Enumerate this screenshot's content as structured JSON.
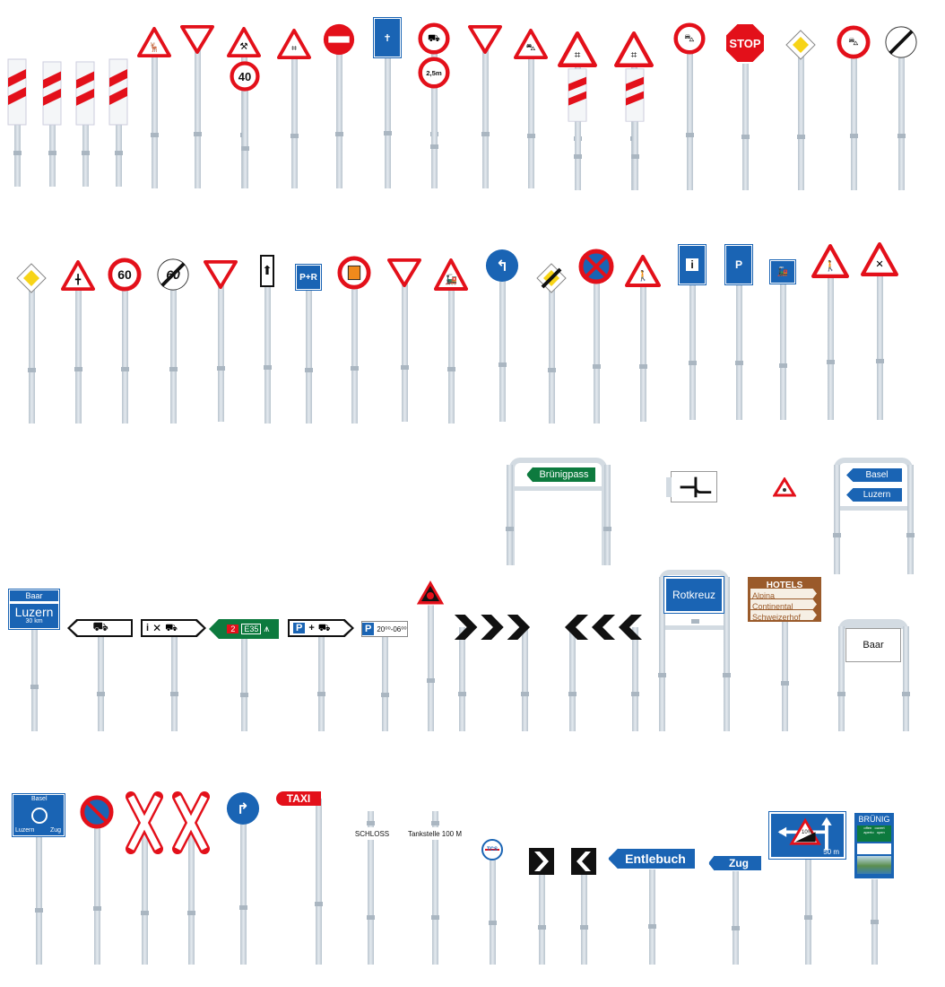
{
  "colors": {
    "red": "#e3101a",
    "blue": "#1a64b4",
    "green": "#0d7a3e",
    "yellow": "#f7d417",
    "brown": "#9a5a2a",
    "pole": "#d3dbe2"
  },
  "signs": [
    {
      "type": "marker",
      "name": "level-crossing-marker"
    },
    {
      "type": "marker",
      "name": "level-crossing-marker"
    },
    {
      "type": "marker",
      "name": "level-crossing-marker"
    },
    {
      "type": "marker",
      "name": "level-crossing-marker"
    },
    {
      "type": "tri",
      "name": "deer-crossing-sign",
      "symbol": "deer-icon"
    },
    {
      "type": "yield",
      "name": "yield-sign"
    },
    {
      "type": "tri",
      "name": "roadworks-sign",
      "symbol": "worker-icon"
    },
    {
      "type": "circ",
      "name": "speed-limit-sign",
      "text": "40"
    },
    {
      "type": "tri",
      "name": "railway-crossing-sign",
      "symbol": "fence-icon"
    },
    {
      "type": "noentry",
      "name": "no-entry-sign"
    },
    {
      "type": "blue",
      "name": "info-board-sign",
      "symbol": "church-icon"
    },
    {
      "type": "circ",
      "name": "no-trucks-sign",
      "symbol": "truck-icon"
    },
    {
      "type": "circ",
      "name": "height-limit-sign",
      "text": "2,5m"
    },
    {
      "type": "yield",
      "name": "yield-sign"
    },
    {
      "type": "tri",
      "name": "traffic-jam-sign",
      "symbol": "cars-icon"
    },
    {
      "type": "tri",
      "name": "railway-crossing-sign",
      "symbol": "fence-icon"
    },
    {
      "type": "marker",
      "name": "level-crossing-marker"
    },
    {
      "type": "tri",
      "name": "railway-crossing-sign",
      "symbol": "fence-icon"
    },
    {
      "type": "marker",
      "name": "level-crossing-marker"
    },
    {
      "type": "circ",
      "name": "no-overtaking-sign",
      "symbol": "cars-icon"
    },
    {
      "type": "stop",
      "name": "stop-sign",
      "text": "STOP"
    },
    {
      "type": "diamond",
      "name": "priority-road-sign"
    },
    {
      "type": "circ",
      "name": "no-overtaking-sign",
      "symbol": "cars-icon"
    },
    {
      "type": "endcirc",
      "name": "end-of-restrictions-sign"
    },
    {
      "type": "diamond",
      "name": "priority-road-sign"
    },
    {
      "type": "tri",
      "name": "intersection-sign",
      "symbol": "junction-icon"
    },
    {
      "type": "circ",
      "name": "speed-limit-sign",
      "text": "60"
    },
    {
      "type": "endcirc",
      "name": "end-speed-limit-sign",
      "text": "60"
    },
    {
      "type": "yield",
      "name": "yield-sign"
    },
    {
      "type": "whiteup",
      "name": "one-way-sign",
      "symbol": "arrow-up-icon"
    },
    {
      "type": "blue",
      "name": "park-and-ride-sign",
      "text": "P+R"
    },
    {
      "type": "circ",
      "name": "dangerous-goods-sign",
      "symbol": "hazmat-icon"
    },
    {
      "type": "yield",
      "name": "yield-sign"
    },
    {
      "type": "tri",
      "name": "train-sign",
      "symbol": "train-icon"
    },
    {
      "type": "bluecirc",
      "name": "turn-left-sign",
      "symbol": "arrow-turn-left-icon"
    },
    {
      "type": "enddiamond",
      "name": "end-priority-road-sign"
    },
    {
      "type": "noparking",
      "name": "no-stopping-sign"
    },
    {
      "type": "tri",
      "name": "pedestrian-crossing-warning-sign",
      "symbol": "pedestrian-icon"
    },
    {
      "type": "blue",
      "name": "information-sign",
      "text": "i"
    },
    {
      "type": "blue",
      "name": "parking-sign",
      "text": "P"
    },
    {
      "type": "blue",
      "name": "railway-station-sign",
      "symbol": "train-icon"
    },
    {
      "type": "tri",
      "name": "pedestrian-crossing-warning-sign",
      "symbol": "pedestrian-icon"
    },
    {
      "type": "tri",
      "name": "crossroads-sign",
      "symbol": "cross-icon"
    },
    {
      "type": "framegreen",
      "name": "brunigpass-direction-sign",
      "text": "Brünigpass"
    },
    {
      "type": "corner",
      "name": "junction-ahead-sign",
      "symbol": "junction-icon"
    },
    {
      "type": "smalltri",
      "name": "warning-triangle"
    },
    {
      "type": "framebasel",
      "name": "basel-luzern-direction-sign",
      "lines": [
        "Basel",
        "Luzern"
      ]
    },
    {
      "type": "baar",
      "name": "motorway-direction-sign",
      "top": "Baar",
      "main": "Luzern",
      "sub": "30 km"
    },
    {
      "type": "arrowL",
      "name": "truck-route-sign",
      "symbol": "truck-icon"
    },
    {
      "type": "arrowR",
      "name": "info-station-sign",
      "lines": [
        "i"
      ]
    },
    {
      "type": "greenL",
      "name": "motorway-e35-sign",
      "lines": [
        "2",
        "E35"
      ]
    },
    {
      "type": "arrowR",
      "name": "park-and-rail-sign",
      "lines": [
        "P",
        "+"
      ]
    },
    {
      "type": "ptime",
      "name": "parking-hours-sign",
      "lines": [
        "P",
        "20⁰⁰-06⁰⁰"
      ]
    },
    {
      "type": "hazard",
      "name": "traffic-light-warning-sign"
    },
    {
      "type": "chevR",
      "name": "curve-chevrons-right"
    },
    {
      "type": "chevL",
      "name": "curve-chevrons-left"
    },
    {
      "type": "frameblue",
      "name": "rotkreuz-town-sign",
      "text": "Rotkreuz"
    },
    {
      "type": "hotels",
      "name": "hotels-direction-sign",
      "lines": [
        "HOTELS",
        "Alpina",
        "Continental",
        "Schweizerhof"
      ]
    },
    {
      "type": "framewhite",
      "name": "baar-town-sign",
      "text": "Baar"
    },
    {
      "type": "roundabout",
      "name": "roundabout-direction-sign",
      "lines": [
        "Basel",
        "Luzern",
        "Zug"
      ]
    },
    {
      "type": "noparking",
      "name": "no-parking-sign"
    },
    {
      "type": "cross",
      "name": "railway-crossbuck"
    },
    {
      "type": "cross",
      "name": "railway-crossbuck"
    },
    {
      "type": "bluecirc",
      "name": "turn-right-sign",
      "symbol": "arrow-turn-right-icon"
    },
    {
      "type": "taxi",
      "name": "taxi-sign",
      "text": "TAXI"
    },
    {
      "type": "plain",
      "name": "schloss-sign",
      "text": "SCHLOSS"
    },
    {
      "type": "plain",
      "name": "tankstelle-sign",
      "text": "Tankstelle 100 M"
    },
    {
      "type": "tcs",
      "name": "tcs-sign",
      "text": "TCS"
    },
    {
      "type": "chevR1",
      "name": "chevron-right-marker"
    },
    {
      "type": "chevL1",
      "name": "chevron-left-marker"
    },
    {
      "type": "blueL",
      "name": "entlebuch-direction-sign",
      "text": "Entlebuch"
    },
    {
      "type": "blueL",
      "name": "zug-direction-sign",
      "text": "Zug"
    },
    {
      "type": "gradient",
      "name": "steep-gradient-detour-sign",
      "lines": [
        "10%",
        "50 m"
      ]
    },
    {
      "type": "brunig",
      "name": "brunig-pass-status-sign",
      "title": "BRÜNIG",
      "status": [
        "offen",
        "ouvert",
        "aperto",
        "open"
      ]
    }
  ]
}
